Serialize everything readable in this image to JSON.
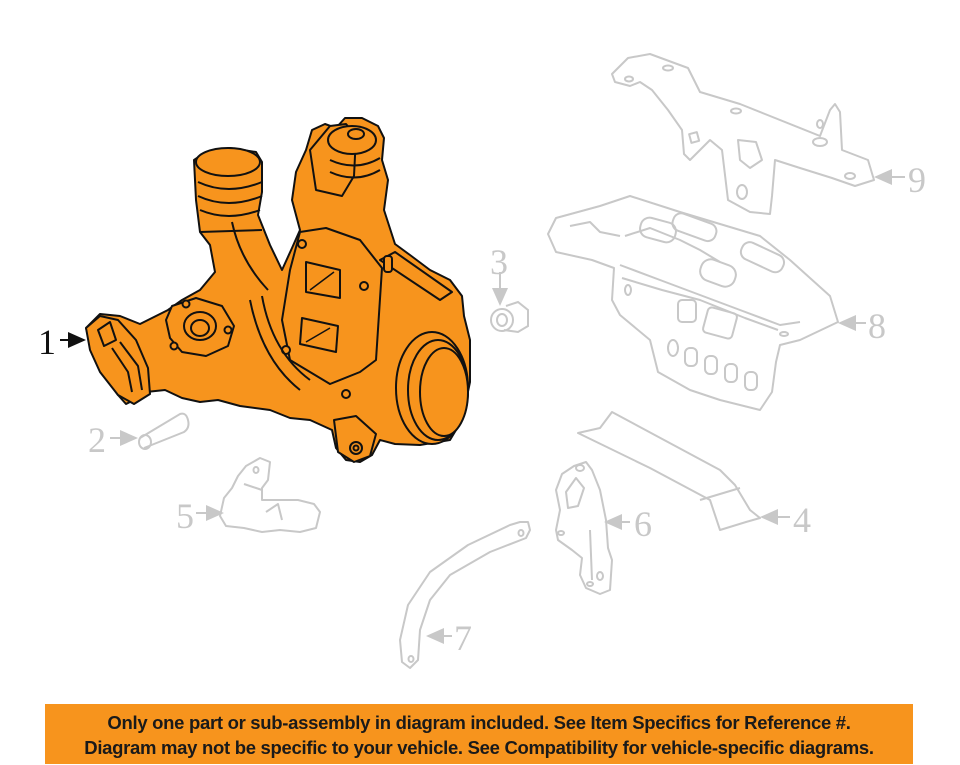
{
  "diagram": {
    "title": "Turbocharger parts diagram",
    "highlight_color": "#f7941d",
    "outline_color": "#111111",
    "ghost_color": "#c8c8c8",
    "callouts": [
      {
        "number": "1",
        "part": "turbocharger",
        "highlighted": true
      },
      {
        "number": "2",
        "part": "dowel-pin",
        "highlighted": false
      },
      {
        "number": "3",
        "part": "nut",
        "highlighted": false
      },
      {
        "number": "4",
        "part": "heat-shield",
        "highlighted": false
      },
      {
        "number": "5",
        "part": "bracket",
        "highlighted": false
      },
      {
        "number": "6",
        "part": "support-bracket",
        "highlighted": false
      },
      {
        "number": "7",
        "part": "support-arm",
        "highlighted": false
      },
      {
        "number": "8",
        "part": "manifold-heat-shield",
        "highlighted": false
      },
      {
        "number": "9",
        "part": "mounting-bracket",
        "highlighted": false
      }
    ]
  },
  "banner": {
    "line1": "Only one part or sub-assembly in diagram included. See Item Specifics for Reference #.",
    "line2": "Diagram may not be specific to your vehicle. See Compatibility for vehicle-specific diagrams.",
    "background": "#f7941d"
  }
}
